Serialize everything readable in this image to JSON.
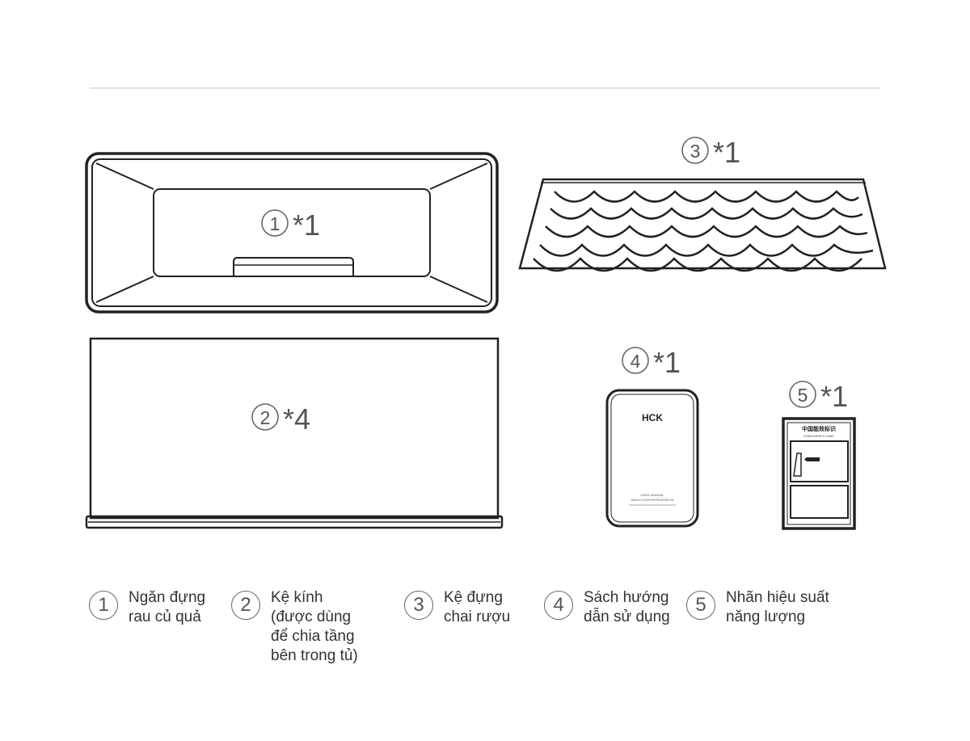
{
  "diagram": {
    "items": [
      {
        "marker": "①",
        "qty": "*1"
      },
      {
        "marker": "②",
        "qty": "*4"
      },
      {
        "marker": "③",
        "qty": "*1"
      },
      {
        "marker": "④",
        "qty": "*1"
      },
      {
        "marker": "⑤",
        "qty": "*1"
      }
    ],
    "manual": {
      "brand": "HCK",
      "cover_line1": "USER MANUAL",
      "cover_line2": "SINGLE DOOR REFRIGERATOR"
    },
    "label_card": {
      "header_cn": "中国能效标识",
      "header_en": "CHINA ENERGY LABEL"
    }
  },
  "legend": [
    {
      "num": "1",
      "text": "Ngăn đựng\nrau củ quả"
    },
    {
      "num": "2",
      "text": "Kệ kính\n(được dùng\nđể chia tầng\nbên trong tủ)"
    },
    {
      "num": "3",
      "text": "Kệ đựng\nchai rượu"
    },
    {
      "num": "4",
      "text": "Sách hướng\ndẫn sử dụng"
    },
    {
      "num": "5",
      "text": "Nhãn hiệu suất\nnăng lượng"
    }
  ]
}
